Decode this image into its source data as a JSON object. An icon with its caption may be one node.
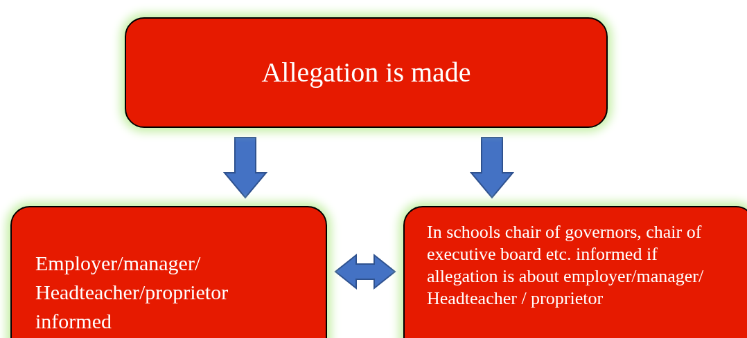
{
  "diagram": {
    "nodes": [
      {
        "text": [
          "Allegation is made"
        ]
      },
      {
        "text": [
          "Employer/manager/ Headteacher/proprietor informed"
        ]
      },
      {
        "text": [
          "In schools chair of governors, chair of executive board etc. informed if allegation is about employer/manager/ Headteacher / proprietor"
        ]
      }
    ],
    "edges": [
      {
        "from": 0,
        "to": 1,
        "arrow": "to"
      },
      {
        "from": 0,
        "to": 2,
        "arrow": "to"
      },
      {
        "from": 1,
        "to": 2,
        "arrow": "both"
      }
    ]
  }
}
